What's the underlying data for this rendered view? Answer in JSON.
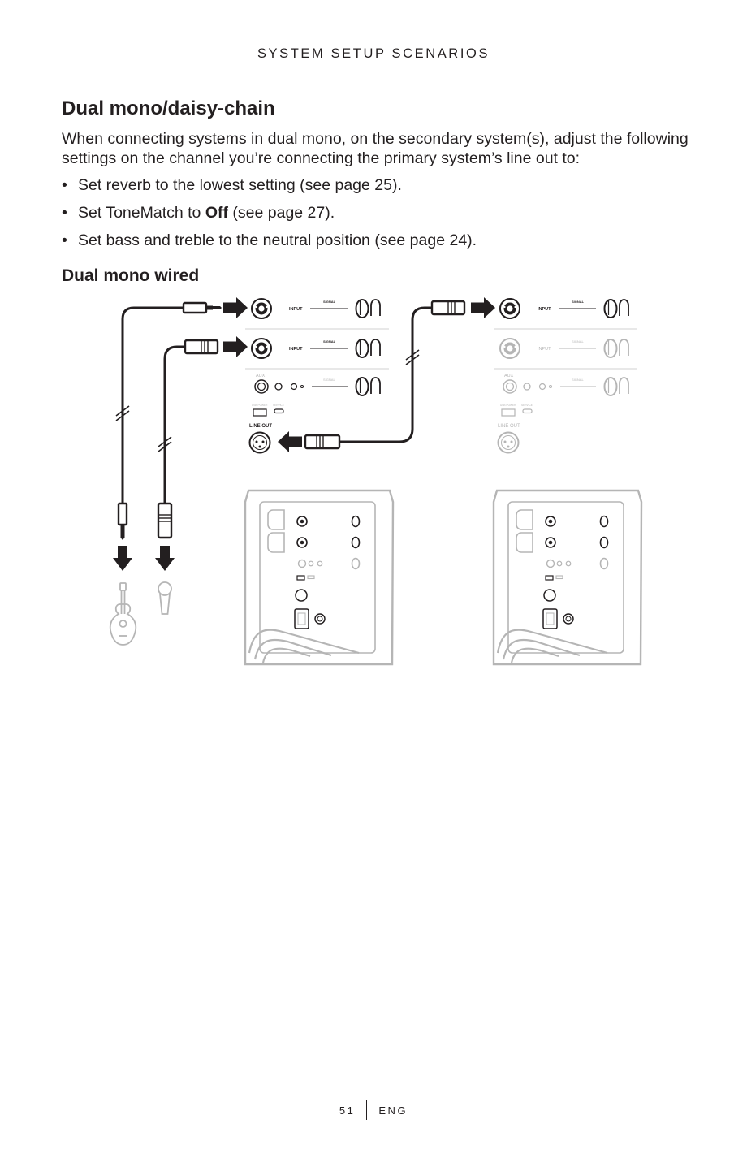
{
  "header": {
    "section_title": "SYSTEM SETUP SCENARIOS"
  },
  "heading": "Dual mono/daisy-chain",
  "intro": "When connecting systems in dual mono, on the secondary system(s), adjust the following settings on the channel you’re connecting the primary system’s line out to:",
  "bullets": [
    {
      "before": "Set reverb to the lowest setting (see page 25).",
      "bold": "",
      "after": ""
    },
    {
      "before": "Set ToneMatch to ",
      "bold": "Off",
      "after": " (see page 27)."
    },
    {
      "before": "Set bass and treble to the neutral position (see page 24).",
      "bold": "",
      "after": ""
    }
  ],
  "subheading": "Dual mono wired",
  "diagram": {
    "panel_labels": {
      "input": "INPUT",
      "signal": "SIGNAL",
      "aux": "AUX",
      "usb_power": "USB POWER",
      "service": "SERVICE",
      "line_out": "LINE OUT"
    },
    "sources": [
      "guitar-icon",
      "microphone-icon"
    ],
    "connectors": [
      "quarter-inch-jack",
      "xlr-connector"
    ]
  },
  "footer": {
    "page_number": "51",
    "language": "ENG"
  },
  "colors": {
    "ink": "#231f20",
    "faded": "#b5b5b5"
  }
}
